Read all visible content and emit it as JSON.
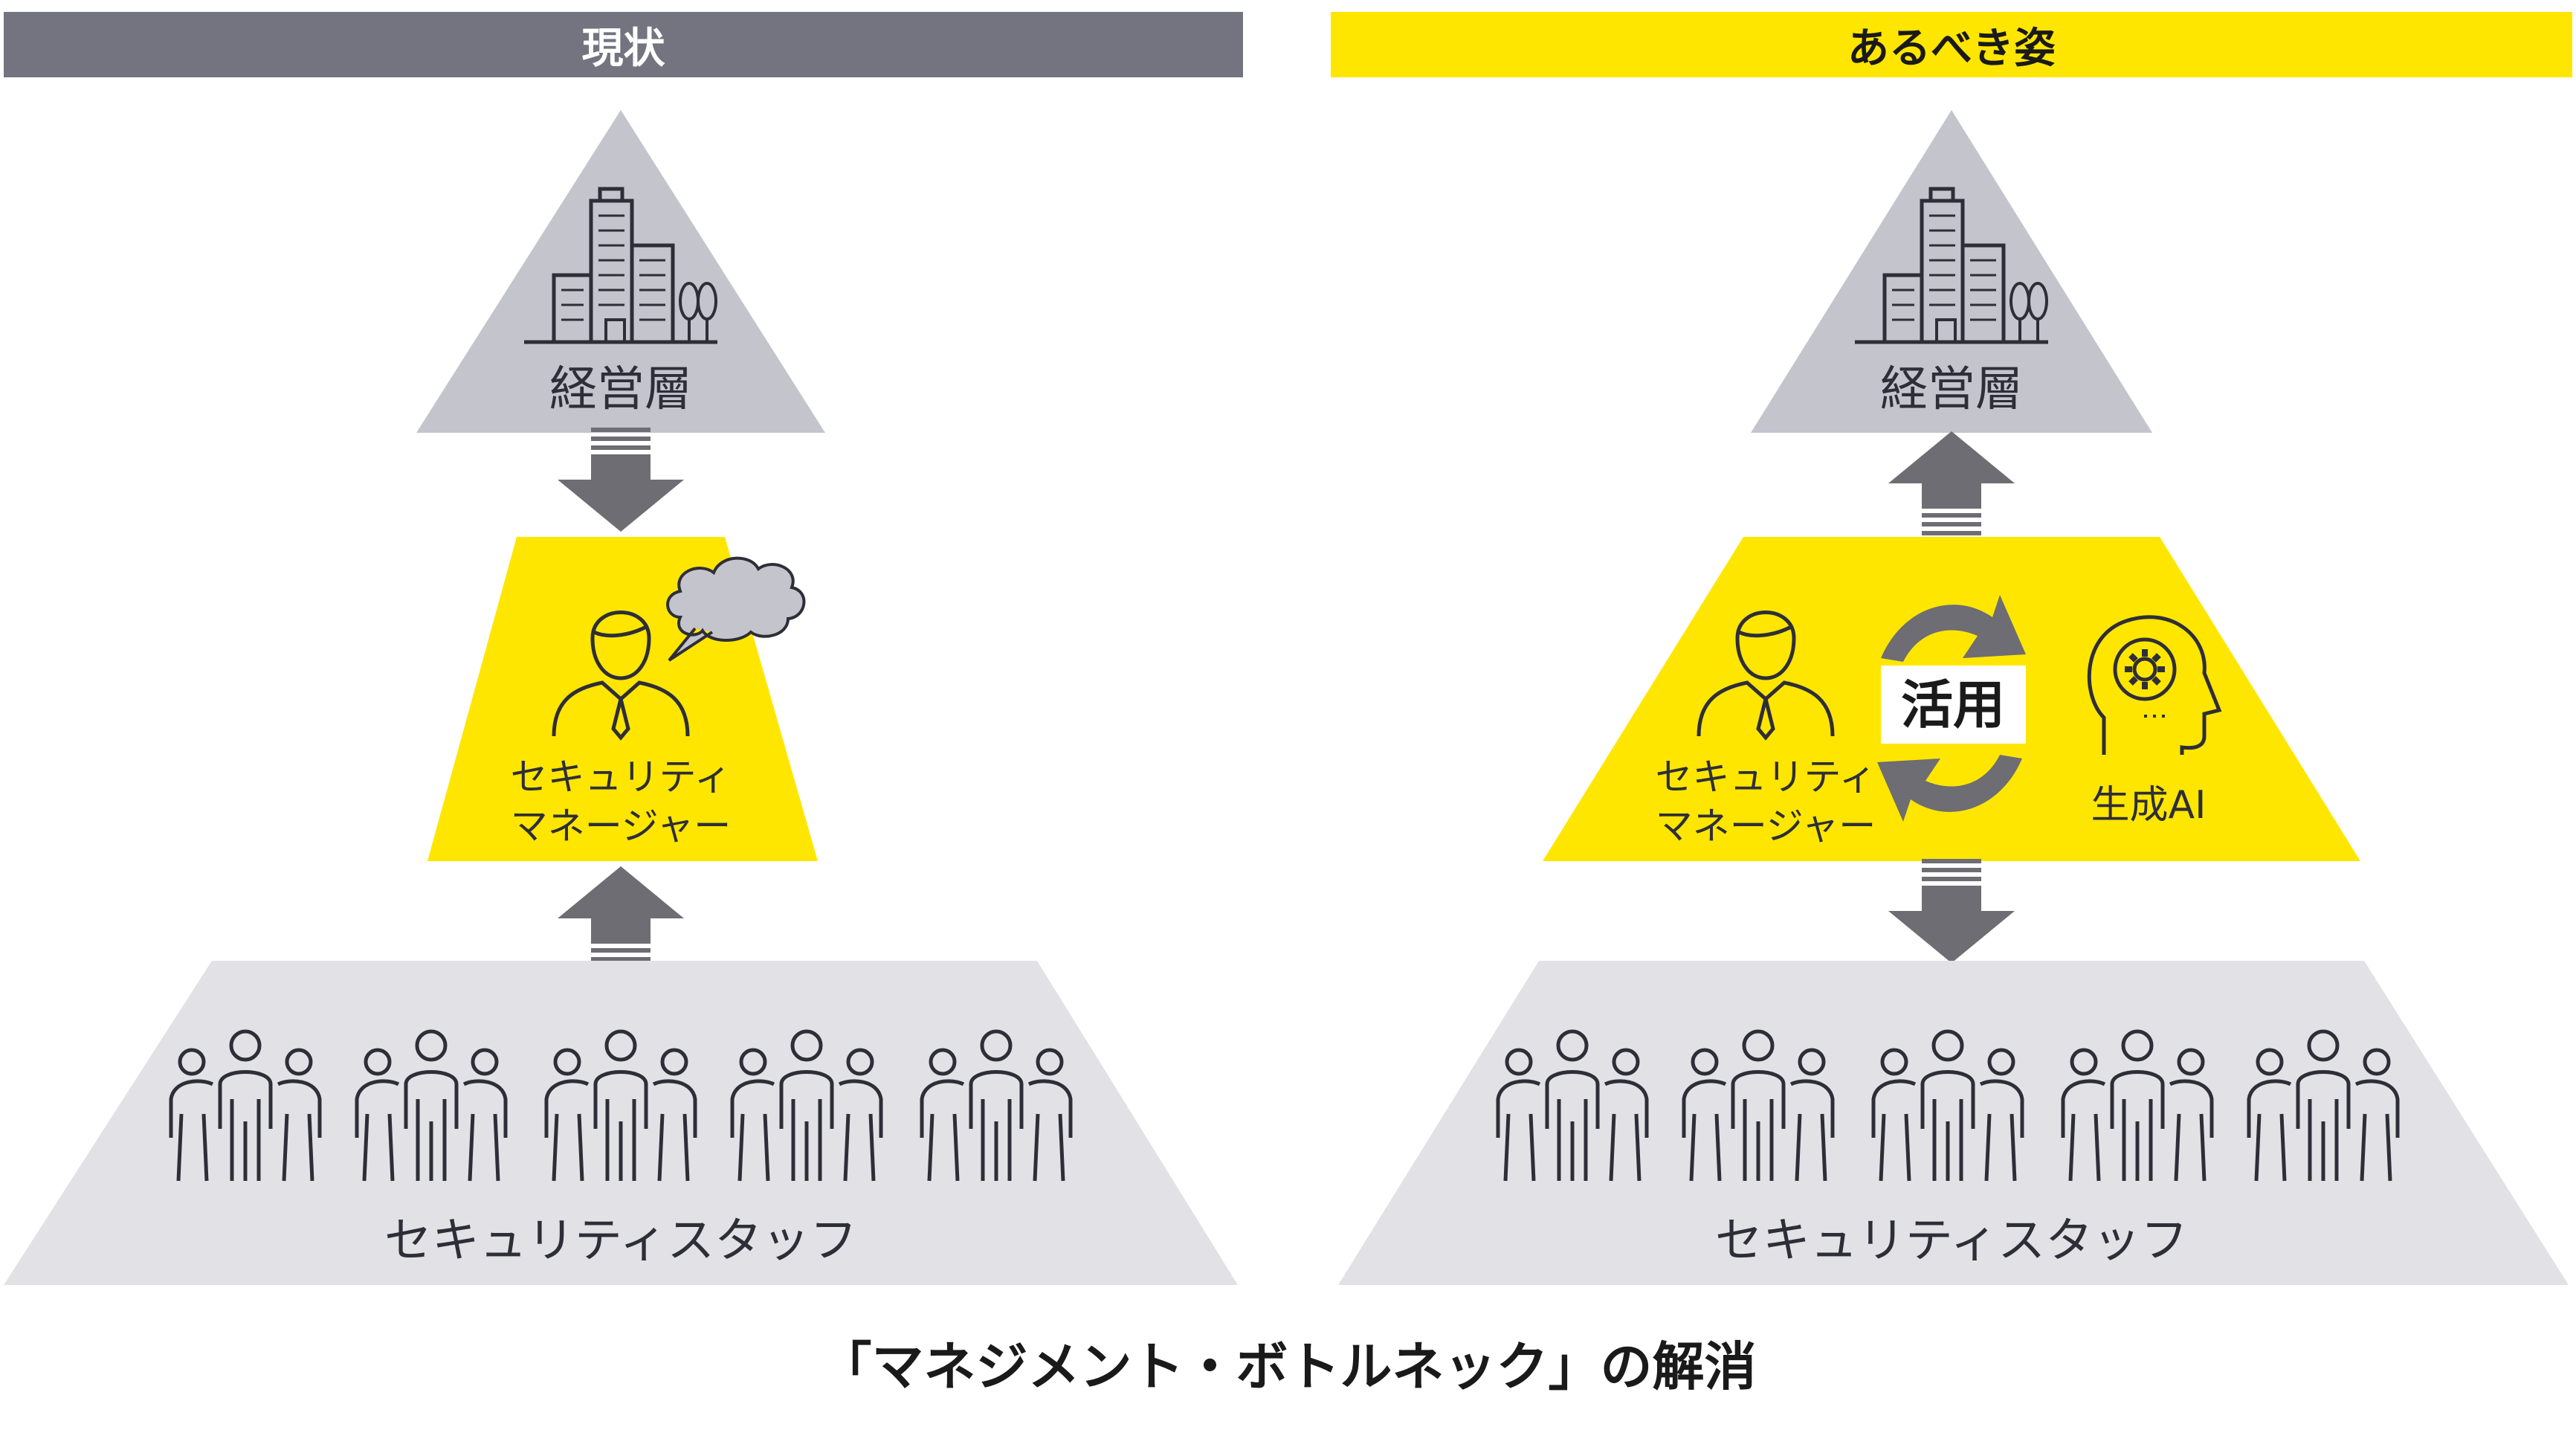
{
  "colors": {
    "header_current": "#747480",
    "header_target": "#FFE600",
    "executive": "#C4C4CD",
    "manager": "#FFE600",
    "staff": "#E2E2E6",
    "arrow": "#6D6D73",
    "line": "#2E2E38"
  },
  "left": {
    "header": "現状",
    "executive_label": "経営層",
    "manager_label_line1": "セキュリティ",
    "manager_label_line2": "マネージャー",
    "staff_label": "セキュリティスタッフ"
  },
  "right": {
    "header": "あるべき姿",
    "executive_label": "経営層",
    "manager_label_line1": "セキュリティ",
    "manager_label_line2": "マネージャー",
    "center_label": "活用",
    "ai_label": "生成AI",
    "staff_label": "セキュリティスタッフ"
  },
  "footer": "「マネジメント・ボトルネック」の解消",
  "icons": [
    "building-icon",
    "person-icon",
    "thought-cloud-icon",
    "cycle-arrows-icon",
    "ai-head-icon",
    "people-group-icon"
  ]
}
